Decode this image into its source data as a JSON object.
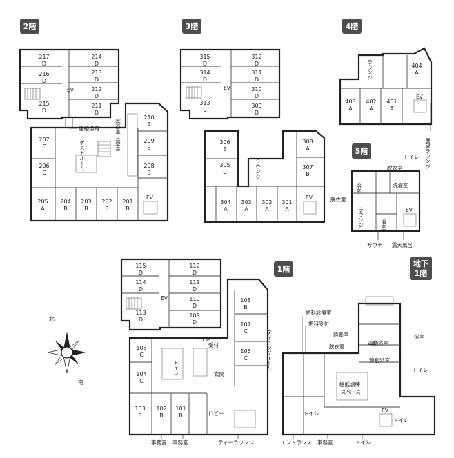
{
  "floors": {
    "f2": "2階",
    "f3": "3階",
    "f4": "4階",
    "f5": "5階",
    "f1": "1階",
    "b1": "地下\n1階"
  },
  "rooms": [
    {
      "id": "217",
      "t": "D"
    },
    {
      "id": "214",
      "t": "D"
    },
    {
      "id": "216",
      "t": "D"
    },
    {
      "id": "213",
      "t": "D"
    },
    {
      "id": "212",
      "t": "D"
    },
    {
      "id": "215",
      "t": "D"
    },
    {
      "id": "211",
      "t": "D"
    },
    {
      "id": "210",
      "t": "A"
    },
    {
      "id": "209",
      "t": "B"
    },
    {
      "id": "208",
      "t": "B"
    },
    {
      "id": "207",
      "t": "C"
    },
    {
      "id": "206",
      "t": "C"
    },
    {
      "id": "205",
      "t": "A"
    },
    {
      "id": "204",
      "t": "B"
    },
    {
      "id": "203",
      "t": "B"
    },
    {
      "id": "202",
      "t": "B"
    },
    {
      "id": "201",
      "t": "B"
    },
    {
      "id": "315",
      "t": "D"
    },
    {
      "id": "312",
      "t": "D"
    },
    {
      "id": "314",
      "t": "D"
    },
    {
      "id": "311",
      "t": "D"
    },
    {
      "id": "310",
      "t": "D"
    },
    {
      "id": "313",
      "t": "C"
    },
    {
      "id": "309",
      "t": "D"
    },
    {
      "id": "306",
      "t": "B"
    },
    {
      "id": "308",
      "t": "A"
    },
    {
      "id": "305",
      "t": "C"
    },
    {
      "id": "307",
      "t": "B"
    },
    {
      "id": "304",
      "t": "A"
    },
    {
      "id": "303",
      "t": "A"
    },
    {
      "id": "302",
      "t": "A"
    },
    {
      "id": "301",
      "t": "A"
    },
    {
      "id": "404",
      "t": "A"
    },
    {
      "id": "403",
      "t": "A"
    },
    {
      "id": "402",
      "t": "A"
    },
    {
      "id": "401",
      "t": "A"
    },
    {
      "id": "115",
      "t": "D"
    },
    {
      "id": "112",
      "t": "D"
    },
    {
      "id": "114",
      "t": "D"
    },
    {
      "id": "111",
      "t": "D"
    },
    {
      "id": "110",
      "t": "D"
    },
    {
      "id": "113",
      "t": "D"
    },
    {
      "id": "109",
      "t": "D"
    },
    {
      "id": "108",
      "t": "B"
    },
    {
      "id": "107",
      "t": "C"
    },
    {
      "id": "105",
      "t": "C"
    },
    {
      "id": "106",
      "t": "C"
    },
    {
      "id": "104",
      "t": "C"
    },
    {
      "id": "103",
      "t": "B"
    },
    {
      "id": "102",
      "t": "B"
    },
    {
      "id": "101",
      "t": "B"
    }
  ],
  "labels": {
    "ev": "EV",
    "passage": "連絡通路",
    "guest_room": "ゲストルーム",
    "tea_room": "喫茶室（茶室）",
    "lounge": "ラウンジ",
    "view_lounge": "展望ラウンジ",
    "toilet": "トイレ",
    "dressing_room": "脱衣室",
    "bath": "浴室",
    "laundry": "洗濯室",
    "sauna": "サウナ",
    "rotenburo": "露天風呂",
    "reception": "受付",
    "entrance_hall": "玄関",
    "lobby": "ロビー",
    "dining_room": "ダイニングルーム",
    "office": "事務室",
    "tea_lounge": "ティーラウンジ",
    "dental_clinic": "歯科診療室",
    "dental_reception": "歯科受付",
    "nursing_room": "静養室",
    "exercise_room": "運動浴室",
    "special_bath": "特別浴室",
    "rehab_space": "機能訓練\nスペース",
    "entrance": "エントランス"
  },
  "compass": {
    "north": "北",
    "south": "南"
  }
}
